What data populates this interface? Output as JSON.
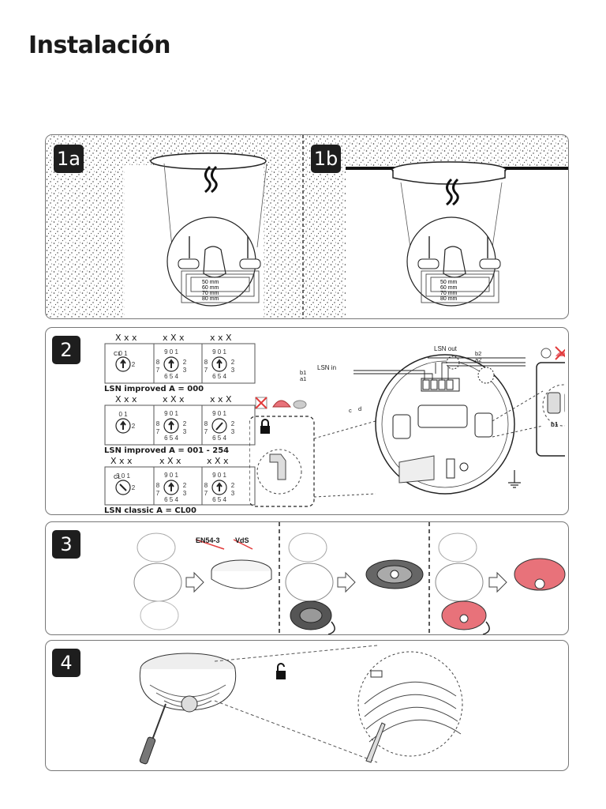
{
  "page_title": "Instalación",
  "step1": {
    "badge_a": "1a",
    "badge_b": "1b",
    "dims": [
      "50 mm",
      "60 mm",
      "70 mm",
      "80 mm"
    ]
  },
  "step2": {
    "badge": "2",
    "dial_rows": [
      {
        "headers": [
          "X x x",
          "x X x",
          "x x X"
        ],
        "caption": "LSN improved A = 000",
        "cl_mark": "CL"
      },
      {
        "headers": [
          "X x x",
          "x X x",
          "x x X"
        ],
        "caption": "LSN improved A = 001 - 254"
      },
      {
        "headers": [
          "X x x",
          "x X x",
          "x X x"
        ],
        "caption": "LSN classic A = CL00",
        "cl_mark": "CL"
      }
    ],
    "terminals": {
      "lsn_out": "LSN out",
      "lsn_in": "LSN in",
      "b2": "b2",
      "a2": "a2",
      "b1": "b1",
      "a1": "a1",
      "c": "c",
      "d": "d"
    },
    "inset_labels": {
      "b1": "b1",
      "b2": "b2"
    }
  },
  "step3": {
    "badge": "3",
    "crossed_labels": [
      "EN54-3",
      "VdS"
    ]
  },
  "step4": {
    "badge": "4"
  },
  "colors": {
    "badge_bg": "#1e1e1e",
    "panel_border": "#777777",
    "red_accent": "#e8727a",
    "cross_red": "#e23a3a"
  }
}
